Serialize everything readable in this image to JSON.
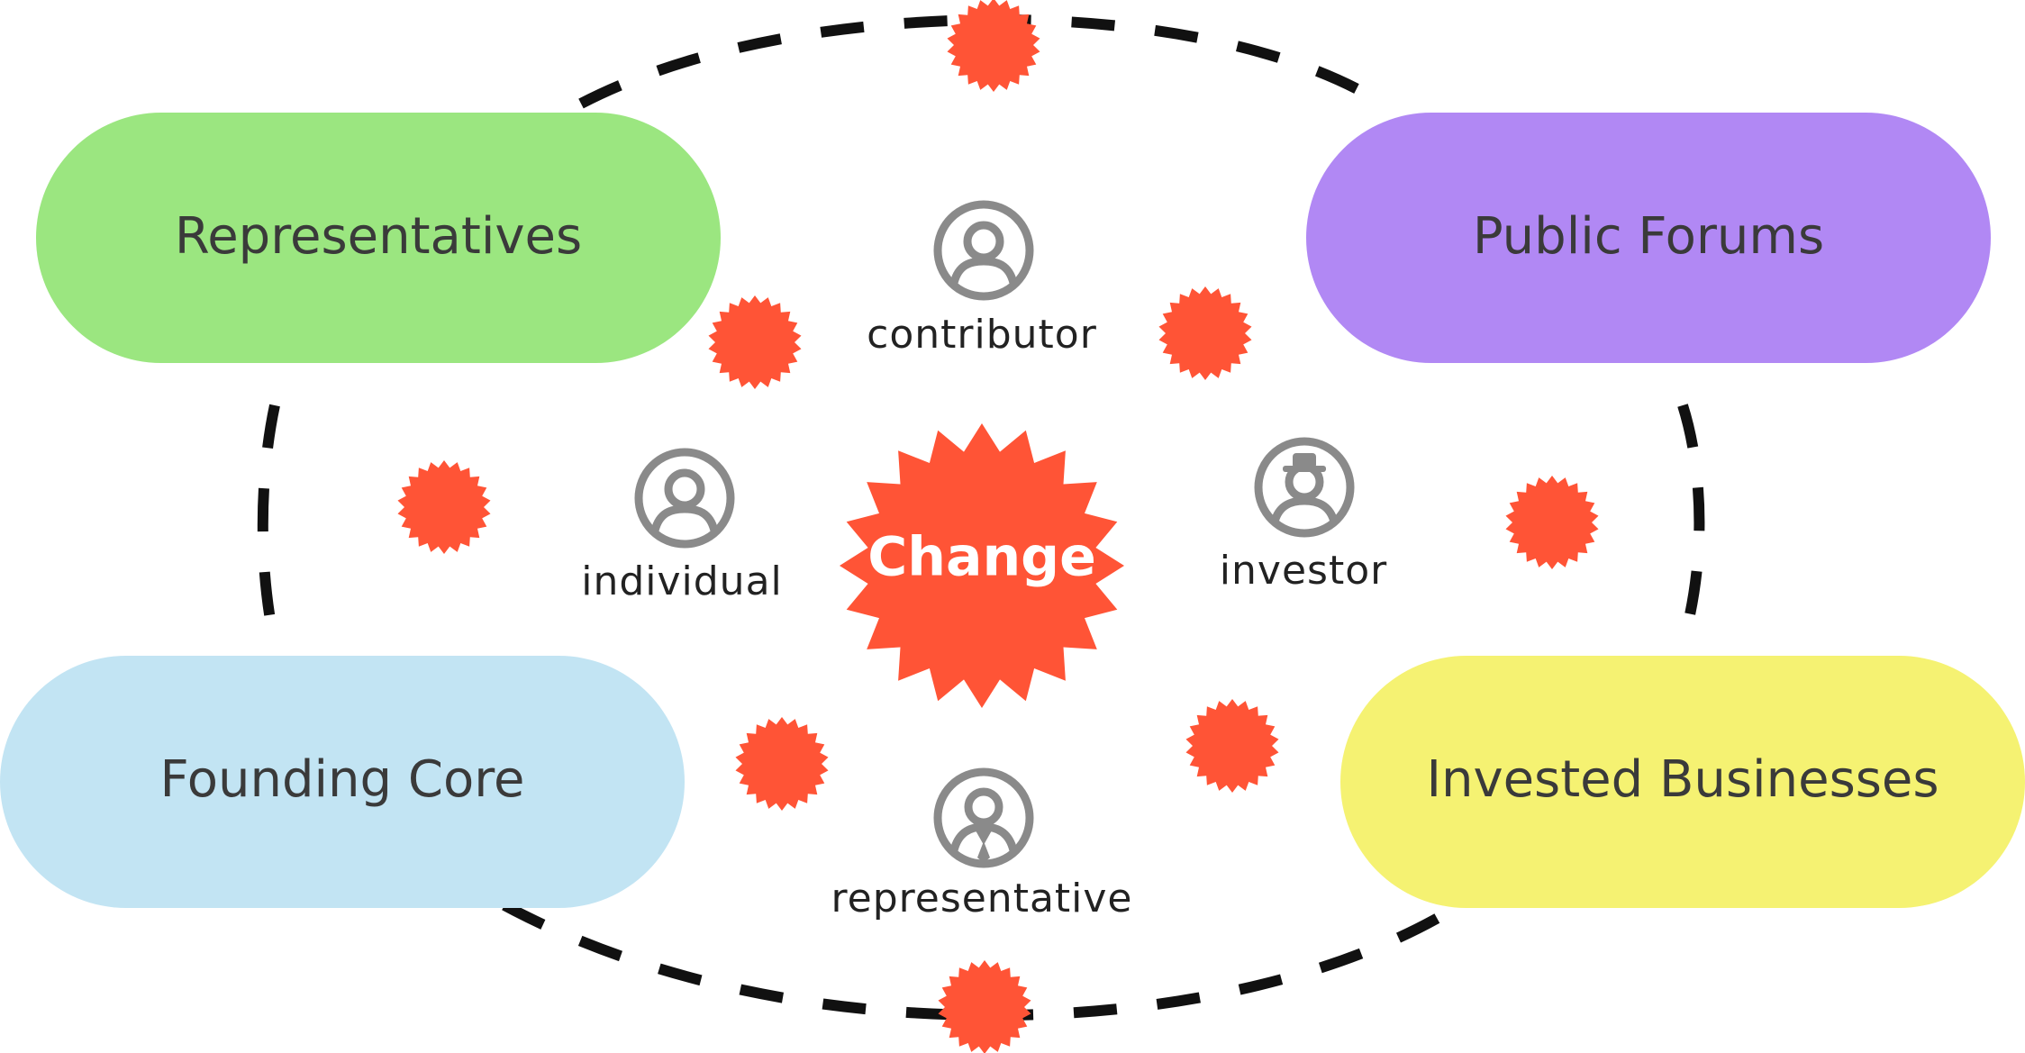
{
  "colors": {
    "burst": "#ff5436",
    "dash": "#111111",
    "icon": "#8a8a8a",
    "text": "#3a3a3a",
    "white": "#ffffff"
  },
  "center": {
    "label": "Change"
  },
  "groups": [
    {
      "key": "representatives",
      "label": "Representatives",
      "color": "#9be680"
    },
    {
      "key": "public_forums",
      "label": "Public Forums",
      "color": "#b188f4"
    },
    {
      "key": "founding_core",
      "label": "Founding Core",
      "color": "#c2e4f3"
    },
    {
      "key": "invested_businesses",
      "label": "Invested Businesses",
      "color": "#f5f272"
    }
  ],
  "roles": [
    {
      "key": "contributor",
      "label": "contributor",
      "icon": "person-circle-icon"
    },
    {
      "key": "individual",
      "label": "individual",
      "icon": "person-circle-icon"
    },
    {
      "key": "investor",
      "label": "investor",
      "icon": "person-hat-icon"
    },
    {
      "key": "representative",
      "label": "representative",
      "icon": "person-tie-icon"
    }
  ]
}
